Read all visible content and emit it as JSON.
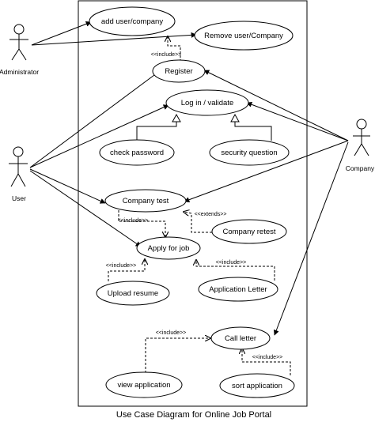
{
  "diagram": {
    "caption": "Use Case Diagram for Online Job Portal",
    "actors": {
      "administrator": "Administrator",
      "user": "User",
      "company": "Company"
    },
    "use_cases": {
      "add_user_company": "add user/company",
      "remove_user_company": "Remove user/Company",
      "register": "Register",
      "log_in_validate": "Log in / validate",
      "check_password": "check password",
      "security_question": "security question",
      "company_test": "Company test",
      "company_retest": "Company retest",
      "apply_for_job": "Apply for job",
      "upload_resume": "Upload resume",
      "application_letter": "Application Letter",
      "call_letter": "Call letter",
      "view_application": "view application",
      "sort_application": "sort application"
    },
    "relations": {
      "include_register": "<<include>>",
      "include_company_test": "<<include>>",
      "extends_company_retest": "<<extends>>",
      "include_upload_resume": "<<include>>",
      "include_application_letter": "<<include>>",
      "include_view_application": "<<include>>",
      "include_sort_application": "<<include>>"
    }
  }
}
